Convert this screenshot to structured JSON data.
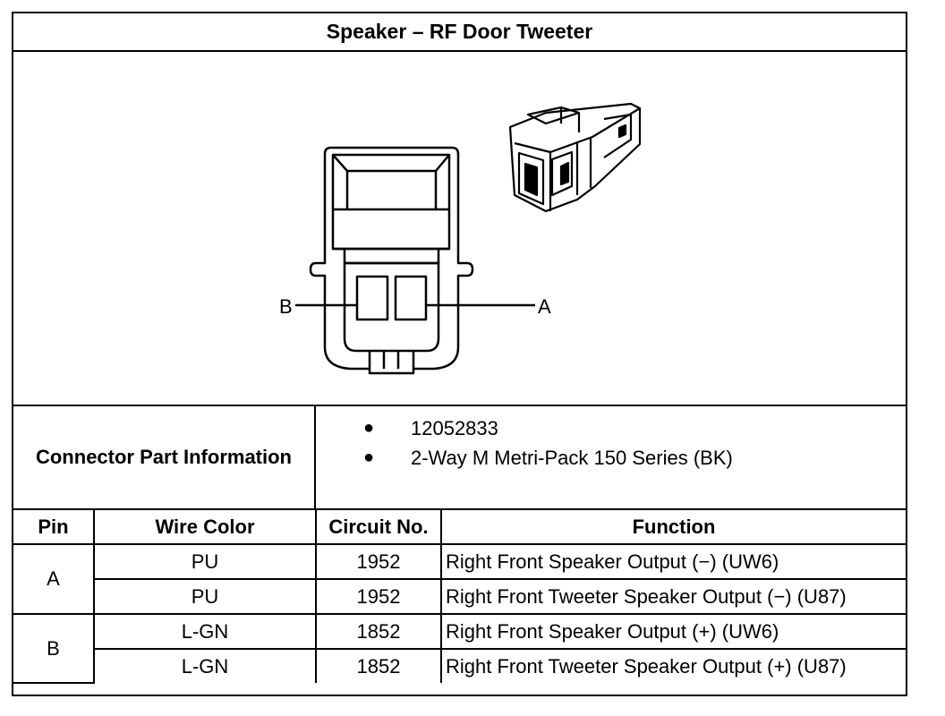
{
  "title": "Speaker – RF Door Tweeter",
  "figure": {
    "pin_label_left": "B",
    "pin_label_right": "A"
  },
  "connector_info": {
    "label": "Connector Part Information",
    "items": [
      "12052833",
      "2-Way M Metri-Pack 150 Series (BK)"
    ]
  },
  "table": {
    "headers": [
      "Pin",
      "Wire Color",
      "Circuit No.",
      "Function"
    ],
    "groups": [
      {
        "pin": "A",
        "rows": [
          {
            "wire_color": "PU",
            "circuit": "1952",
            "function": "Right Front Speaker Output (−) (UW6)"
          },
          {
            "wire_color": "PU",
            "circuit": "1952",
            "function": "Right Front Tweeter Speaker Output (−) (U87)"
          }
        ]
      },
      {
        "pin": "B",
        "rows": [
          {
            "wire_color": "L-GN",
            "circuit": "1852",
            "function": "Right Front Speaker Output (+) (UW6)"
          },
          {
            "wire_color": "L-GN",
            "circuit": "1852",
            "function": "Right Front Tweeter Speaker Output (+) (U87)"
          }
        ]
      }
    ]
  }
}
